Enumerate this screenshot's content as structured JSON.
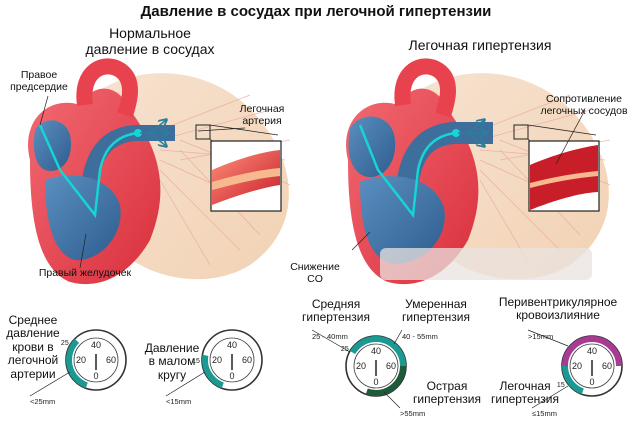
{
  "title": "Давление в сосудах при легочной гипертензии",
  "panel_normal": {
    "caption_line1": "Нормальное",
    "caption_line2": "давление в сосудах",
    "label_right_atrium_1": "Правое",
    "label_right_atrium_2": "предсердие",
    "label_pulmonary_artery_1": "Легочная",
    "label_pulmonary_artery_2": "артерия",
    "label_right_ventricle": "Правый желудочек"
  },
  "panel_hypertension": {
    "caption": "Легочная гипертензия",
    "label_resistance_1": "Сопротивление",
    "label_resistance_2": "легочных сосудов",
    "label_co_1": "Снижение",
    "label_co_2": "CO"
  },
  "gauges": {
    "ticks": {
      "top": "40",
      "left": "20",
      "right": "60",
      "bottom": "0"
    },
    "mean_pa": {
      "label_1": "Среднее",
      "label_2": "давление",
      "label_3": "крови в",
      "label_4": "легочной",
      "label_5": "артерии",
      "limit": "25",
      "range": "<25mm"
    },
    "pulm_circ": {
      "label_1": "Давление",
      "label_2": "в малом",
      "label_3": "кругу",
      "limit": "15",
      "range": "<15mm"
    },
    "moderate": {
      "left_label_1": "Средняя",
      "left_label_2": "гипертензия",
      "left_range": "25 - 40mm",
      "right_label_1": "Умеренная",
      "right_label_2": "гипертензия",
      "right_range": "40 - 55mm",
      "bottom_label_1": "Острая",
      "bottom_label_2": "гипертензия",
      "bottom_range": ">55mm",
      "limit": "25"
    },
    "hemorrhage": {
      "top_label_1": "Перивентрикулярное",
      "top_label_2": "кровоизлияние",
      "top_range": ">15mm",
      "bottom_label_1": "Легочная",
      "bottom_label_2": "гипертензия",
      "bottom_range": "≤15mm",
      "limit": "15"
    }
  },
  "colors": {
    "heart_red": "#e8424e",
    "vein_blue": "#3d6e9c",
    "lung_peach": "#f5dcc4",
    "flow_cyan": "#15d6d2",
    "gauge_teal": "#1a9a92",
    "gauge_dark_green": "#1f5a3a",
    "gauge_purple": "#a83a93"
  }
}
